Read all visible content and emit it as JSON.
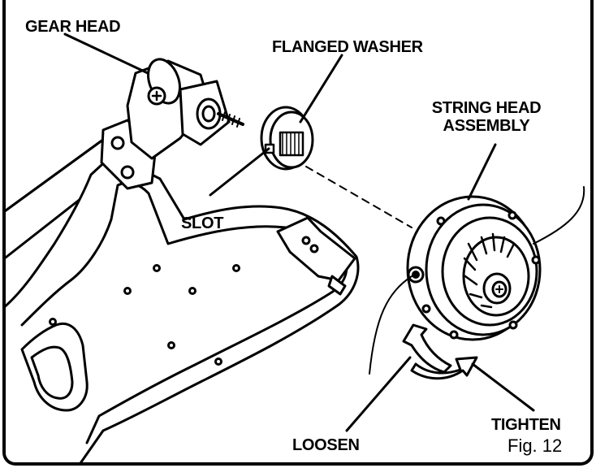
{
  "figure": {
    "fig_label": "Fig. 12",
    "callouts": {
      "gear_head": "GEAR HEAD",
      "flanged_washer": "FLANGED WASHER",
      "string_head_line1": "STRING HEAD",
      "string_head_line2": "ASSEMBLY",
      "slot": "SLOT",
      "loosen": "LOOSEN",
      "tighten": "TIGHTEN"
    }
  }
}
